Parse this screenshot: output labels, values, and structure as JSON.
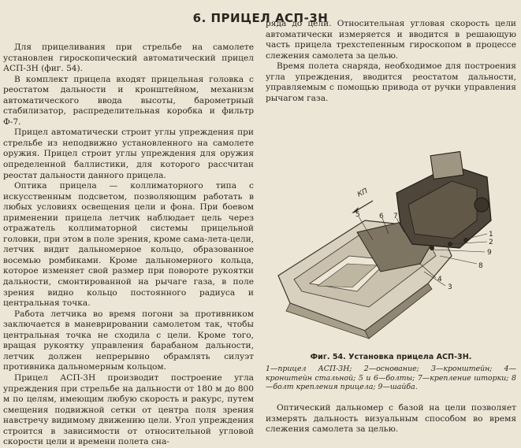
{
  "title": "6. ПРИЦЕЛ АСП-3Н",
  "left_column": [
    "Для прицеливания при стрельбе на самолете установлен гироскопический автоматический прицел АСП-3Н (фиг. 54).",
    "В комплект прицела входят прицельная головка с реостатом дальности и кронштейном, механизм автоматического ввода высоты, барометрный стабилизатор, распределительная коробка и фильтр Ф-7.",
    "Прицел автоматически строит углы упреждения при стрельбе из неподвижно установленного на самолете оружия. Прицел строит углы упреждения для оружия определенной баллистики, для которого рассчитан реостат дальности данного прицела.",
    "Оптика прицела — коллиматорного типа с искусственным подсветом, позволяющим работать в любых условиях освещения цели и фона. При боевом применении прицела летчик наблюдает цель через отражатель коллиматорной системы прицельной головки, при этом в поле зрения, кроме сама-лета-цели, летчик видит дальномерное кольцо, образованное восемью ромбиками. Кроме дальномерного кольца, которое изменяет свой размер при повороте рукоятки дальности, смонтированной на рычаге газа, в поле зрения видно кольцо постоянного радиуса и центральная точка.",
    "Работа летчика во время погони за противником заключается в маневрировании самолетом так, чтобы центральная точка не сходила с цели. Кроме того, вращая рукоятку управления барабаном дальности, летчик должен непрерывно обрамлять силуэт противника дальномерным кольцом.",
    "Прицел АСП-3Н производит построение угла упреждения при стрельбе на дальности от 180 м до 800 м по целям, имеющим любую скорость и ракурс, путем смещения подвижной сетки от центра поля зрения навстречу видимому движению цели. Угол упреждения строится в зависимости от относительной угловой скорости цели и времени полета сна-"
  ],
  "right_column": [
    "ряда до цели. Относительная угловая скорость цели автоматически измеряется и вводится в решающую часть прицела трехстепенным гироскопом в процессе слежения самолета за целью.",
    "Время полета снаряда, необходимое для построения угла упреждения, вводится реостатом дальности, управляемым с помощью привода от ручки управления рычагом газа."
  ],
  "figure": {
    "arrow_label": "КП",
    "callouts": [
      "1",
      "2",
      "3",
      "4",
      "5",
      "6",
      "7",
      "8",
      "9"
    ]
  },
  "caption": {
    "title": "Фиг. 54. Установка прицела АСП-3Н.",
    "text": "1—прицел АСП-3Н; 2—основание; 3—кронштейн; 4—кронштейн стальной; 5 и 6—болты; 7—крепление шторки; 8—болт крепления прицела; 9—шайба."
  },
  "tail_paragraph": "Оптический дальномер с базой на цели позволяет измерять дальность визуальным способом во время слежения самолета за целью."
}
